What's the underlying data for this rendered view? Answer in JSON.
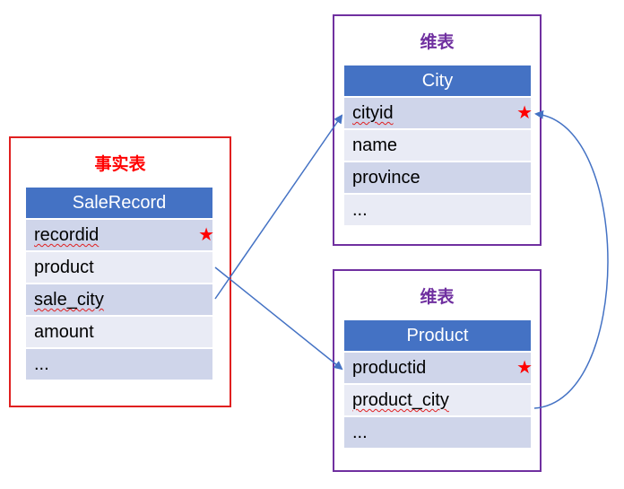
{
  "fact": {
    "label": "事实表",
    "table": {
      "name": "SaleRecord",
      "rows": [
        "recordid",
        "product",
        "sale_city",
        "amount",
        "..."
      ]
    }
  },
  "city_dim": {
    "label": "维表",
    "table": {
      "name": "City",
      "rows": [
        "cityid",
        "name",
        "province",
        "..."
      ]
    }
  },
  "product_dim": {
    "label": "维表",
    "table": {
      "name": "Product",
      "rows": [
        "productid",
        "product_city",
        "..."
      ]
    }
  },
  "key_marker": "★",
  "colors": {
    "fact_border": "#e02020",
    "fact_label": "#ff0000",
    "dim_border": "#7030a0",
    "dim_label": "#7030a0",
    "table_header": "#4472c4",
    "row_dark": "#cfd5ea",
    "row_light": "#e9ebf5",
    "arrow": "#4472c4"
  }
}
